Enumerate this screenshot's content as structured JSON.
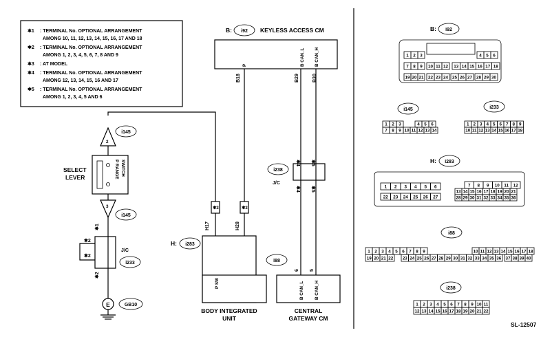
{
  "notes": [
    {
      "mark": "✱1",
      "lines": [
        ": TERMINAL No. OPTIONAL ARRANGEMENT",
        "AMONG 10, 11, 12, 13, 14, 15, 16, 17 AND 18"
      ]
    },
    {
      "mark": "✱2",
      "lines": [
        ": TERMINAL No. OPTIONAL ARRANGEMENT",
        "AMONG 1, 2, 3, 4, 5, 6, 7, 8 AND 9"
      ]
    },
    {
      "mark": "✱3",
      "lines": [
        ": AT MODEL"
      ]
    },
    {
      "mark": "✱4",
      "lines": [
        ": TERMINAL No. OPTIONAL ARRANGEMENT",
        "AMONG 12, 13, 14, 15, 16 AND 17"
      ]
    },
    {
      "mark": "✱5",
      "lines": [
        ": TERMINAL No. OPTIONAL ARRANGEMENT",
        "AMONG 1, 2, 3, 4, 5 AND 6"
      ]
    }
  ],
  "keyless": {
    "prefix": "B:",
    "id": "i92",
    "title": "KEYLESS ACCESS CM",
    "pin_p": "P",
    "pin_canl": "B CAN_L",
    "pin_canh": "B CAN_H"
  },
  "wires": {
    "b18": "B18",
    "b29": "B29",
    "b30": "B30",
    "h17": "H17",
    "h28": "H28",
    "w6": "6",
    "w5": "5"
  },
  "marks": {
    "m1": "✱1",
    "m2a": "✱2",
    "m2b": "✱2",
    "m3a": "✱3",
    "m3b": "✱3",
    "m4a": "✱4",
    "m4b": "✱4",
    "m5a": "✱5",
    "m5b": "✱5"
  },
  "select_lever": {
    "label_1": "SELECT",
    "label_2": "LEVER",
    "switch_1": "P RANGE",
    "switch_2": "SWITCH",
    "conn_top": "i145",
    "conn_bot": "i145",
    "pin_top": "2",
    "pin_bot": "3"
  },
  "jc_left": {
    "label": "J/C",
    "id": "i233"
  },
  "jc_mid": {
    "label": "J/C",
    "id": "i238"
  },
  "ground": {
    "symbol": "E",
    "id": "GB10"
  },
  "biu": {
    "prefix": "H:",
    "id": "i283",
    "pin": "P SW",
    "name_1": "BODY INTEGRATED",
    "name_2": "UNIT"
  },
  "gateway": {
    "id": "i88",
    "pin_l": "B CAN_L",
    "pin_h": "B CAN_H",
    "name_1": "CENTRAL",
    "name_2": "GATEWAY CM"
  },
  "connectors": {
    "c92": {
      "prefix": "B:",
      "id": "i92"
    },
    "c145": {
      "id": "i145"
    },
    "c233": {
      "id": "i233"
    },
    "c283": {
      "prefix": "H:",
      "id": "i283"
    },
    "c88": {
      "id": "i88"
    },
    "c238": {
      "id": "i238"
    }
  },
  "pins": {
    "i92": [
      [
        "1",
        "2",
        "3"
      ],
      [
        "4",
        "5",
        "6"
      ],
      [
        "7",
        "8",
        "9"
      ],
      [
        "10",
        "11",
        "12"
      ],
      [
        "13",
        "14",
        "15",
        "16",
        "17",
        "18"
      ],
      [
        "19",
        "20",
        "21"
      ],
      [
        "22",
        "23",
        "24"
      ],
      [
        "25",
        "26",
        "27"
      ],
      [
        "28",
        "29",
        "30"
      ]
    ],
    "i145": [
      [
        "1",
        "2",
        "3"
      ],
      [
        "4",
        "5",
        "6"
      ],
      [
        "7",
        "8",
        "9",
        "10",
        "11",
        "12",
        "13",
        "14"
      ]
    ],
    "i233": [
      [
        "1",
        "2",
        "3",
        "4",
        "5",
        "6",
        "7",
        "8",
        "9"
      ],
      [
        "10",
        "11",
        "12",
        "13",
        "14",
        "15",
        "16",
        "17",
        "18"
      ]
    ],
    "i283": [
      [
        "1",
        "2",
        "3",
        "4",
        "5",
        "6"
      ],
      [
        "7",
        "8",
        "9",
        "10",
        "11",
        "12"
      ],
      [
        "13",
        "14",
        "15",
        "16",
        "17",
        "18",
        "19",
        "20",
        "21"
      ],
      [
        "22",
        "23",
        "24",
        "25",
        "26",
        "27"
      ],
      [
        "28",
        "29",
        "30",
        "31",
        "32",
        "33",
        "34",
        "35",
        "36"
      ]
    ],
    "i88": [
      [
        "1",
        "2",
        "3",
        "4",
        "5",
        "6",
        "7",
        "8",
        "9"
      ],
      [
        "10",
        "11",
        "12",
        "13",
        "14",
        "15",
        "16",
        "17",
        "18"
      ],
      [
        "19",
        "20",
        "21",
        "22"
      ],
      [
        "23",
        "24",
        "25",
        "26",
        "27",
        "28",
        "29",
        "30",
        "31",
        "32",
        "33",
        "34",
        "35",
        "36"
      ],
      [
        "37",
        "38",
        "39",
        "40"
      ]
    ],
    "i238": [
      [
        "1",
        "2",
        "3",
        "4",
        "5",
        "6",
        "7",
        "8",
        "9",
        "10",
        "11"
      ],
      [
        "12",
        "13",
        "14",
        "15",
        "16",
        "17",
        "18",
        "19",
        "20",
        "21",
        "22"
      ]
    ]
  },
  "code": "SL-12507"
}
